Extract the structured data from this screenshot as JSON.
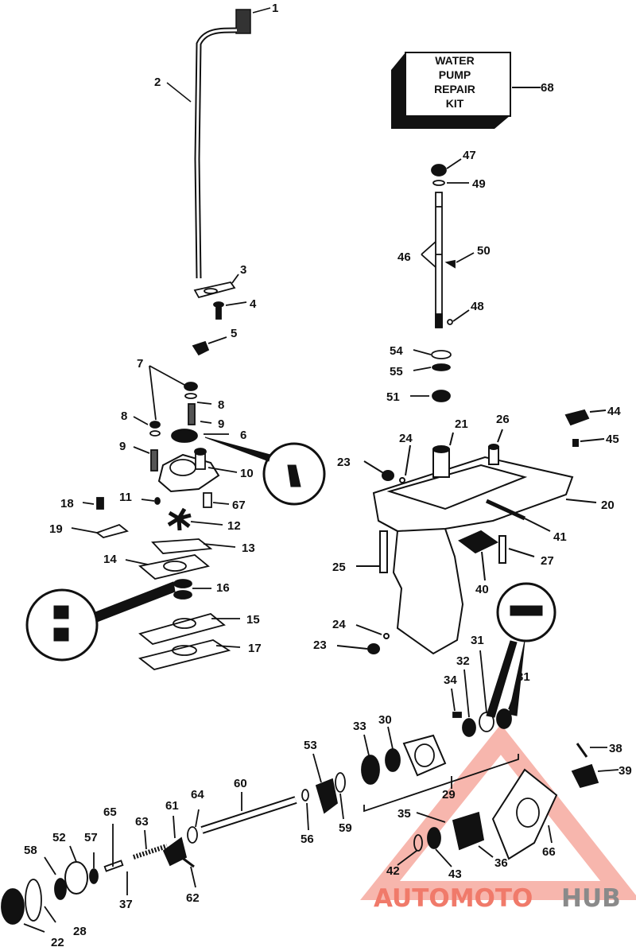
{
  "kit_box": {
    "lines": [
      "WATER",
      "PUMP",
      "REPAIR",
      "KIT"
    ],
    "ref": "68"
  },
  "callouts": [
    "1",
    "2",
    "3",
    "4",
    "5",
    "6",
    "7",
    "8",
    "8",
    "9",
    "9",
    "10",
    "11",
    "12",
    "13",
    "14",
    "15",
    "16",
    "17",
    "18",
    "19",
    "20",
    "21",
    "22",
    "23",
    "23",
    "24",
    "24",
    "25",
    "26",
    "27",
    "28",
    "29",
    "30",
    "31",
    "31",
    "32",
    "33",
    "34",
    "35",
    "36",
    "37",
    "38",
    "39",
    "40",
    "41",
    "42",
    "43",
    "44",
    "45",
    "46",
    "47",
    "48",
    "49",
    "50",
    "51",
    "52",
    "53",
    "54",
    "55",
    "56",
    "57",
    "58",
    "59",
    "60",
    "61",
    "62",
    "63",
    "64",
    "65",
    "66",
    "67"
  ],
  "watermark": {
    "part1": "AUTOMOTO",
    "part2": "HUB",
    "color1": "#f07a6a",
    "color2": "#8a8a8a"
  },
  "colors": {
    "ink": "#111111"
  }
}
